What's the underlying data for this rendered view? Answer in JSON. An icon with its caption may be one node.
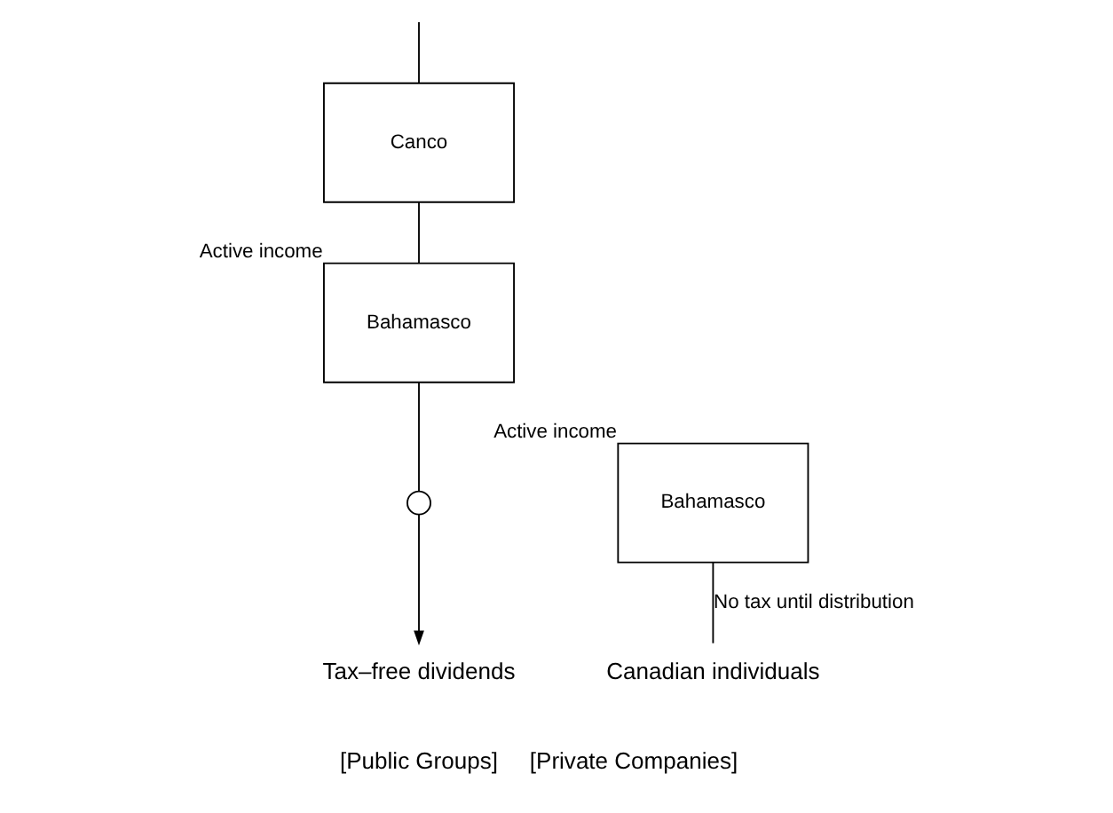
{
  "diagram": {
    "nodes": [
      {
        "text": [
          "Canco"
        ]
      },
      {
        "text": [
          "Tax–free dividends"
        ]
      },
      {
        "text": [],
        "shape": "circle"
      },
      {
        "text": [
          "Bahamasco"
        ],
        "beside": [
          "Active income"
        ]
      },
      {
        "text": [
          "Canadian individuals"
        ]
      },
      {
        "text": [
          "Bahamasco"
        ],
        "beside": [
          "Active income"
        ]
      }
    ],
    "edges": [
      {
        "from": null,
        "to": 0,
        "arrow": "none"
      },
      {
        "from": 0,
        "to": 3,
        "arrow": "none"
      },
      {
        "from": 3,
        "to": 2,
        "arrow": "none"
      },
      {
        "from": 2,
        "to": 1,
        "arrow": "to"
      },
      {
        "from": 5,
        "to": 4,
        "arrow": "none",
        "label": "No tax until distribution"
      }
    ],
    "labels": [
      "[Public Groups]",
      "[Private Companies]"
    ]
  }
}
